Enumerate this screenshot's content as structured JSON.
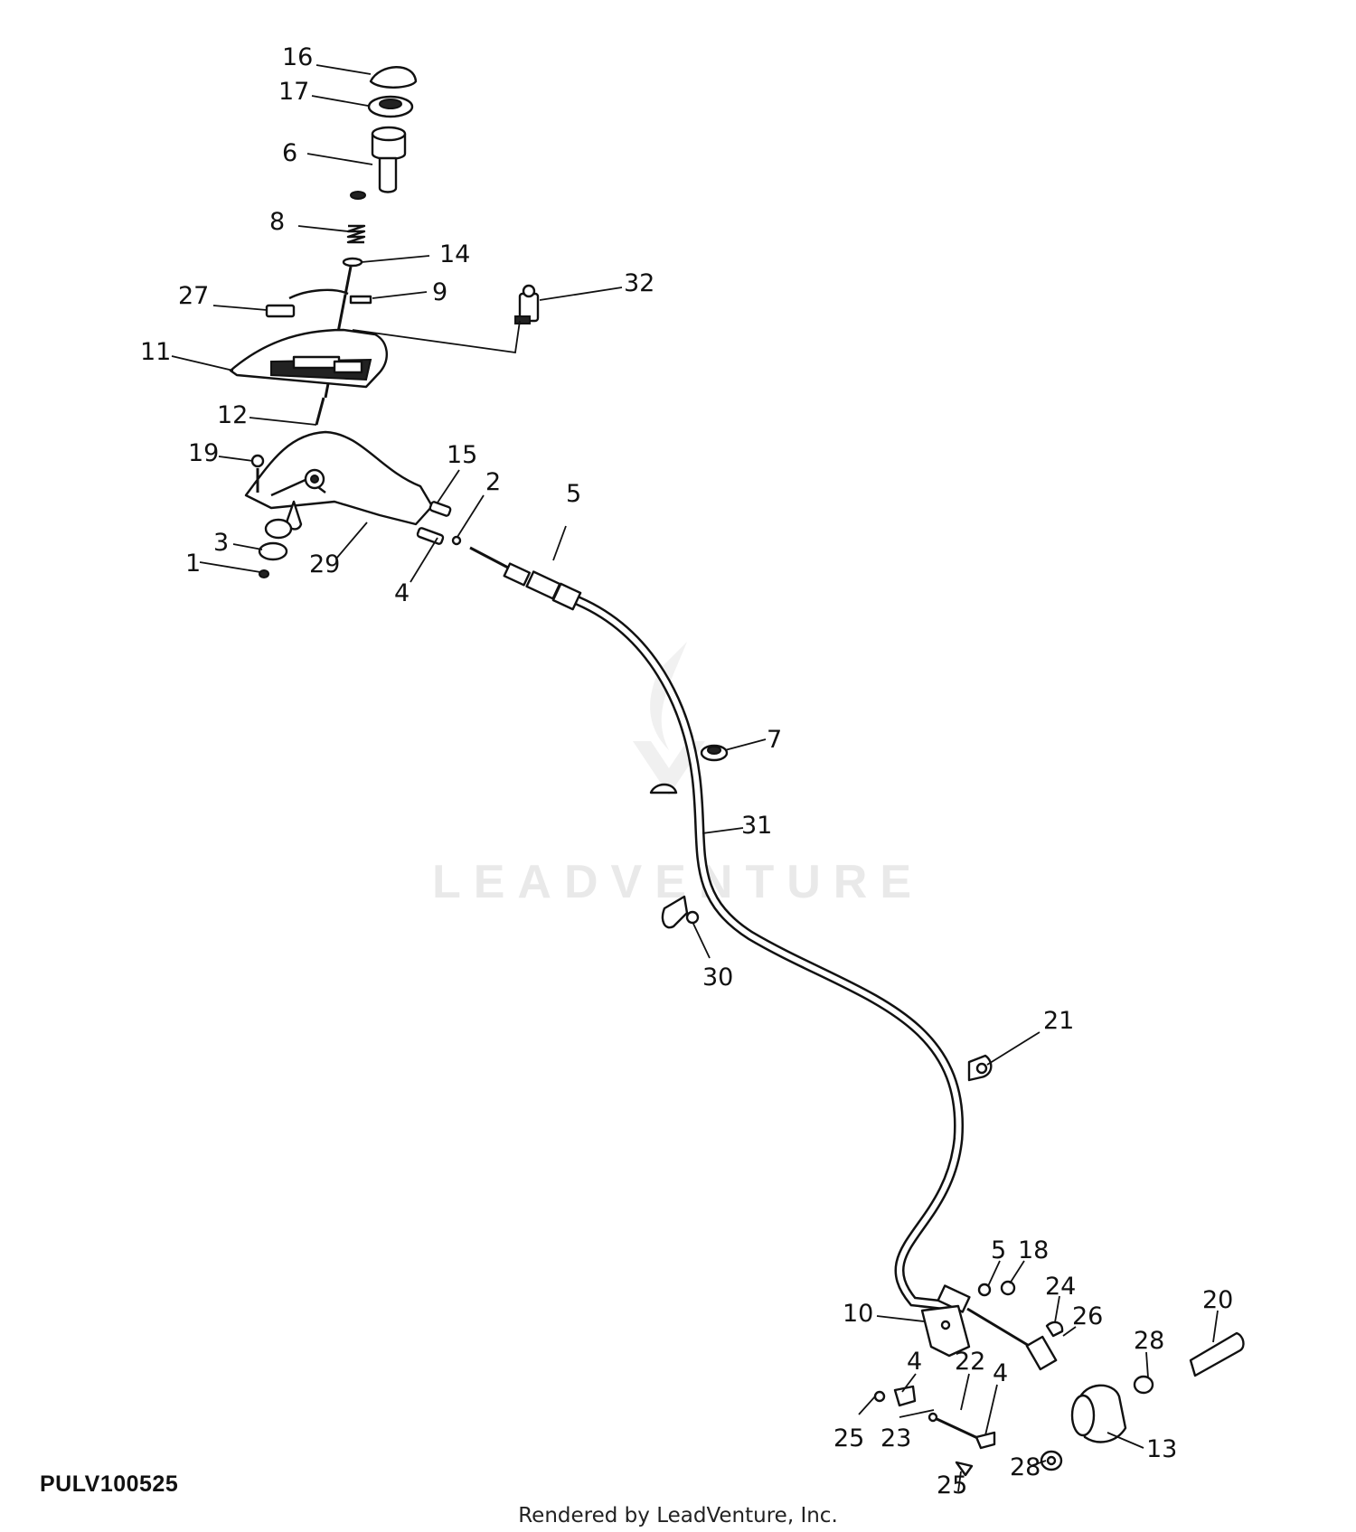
{
  "diagram": {
    "figure_id": "PULV100525",
    "credit": "Rendered by LeadVenture, Inc.",
    "watermark": "LEADVENTURE",
    "callouts": [
      "1",
      "2",
      "3",
      "4",
      "5",
      "6",
      "7",
      "8",
      "9",
      "10",
      "11",
      "12",
      "13",
      "14",
      "15",
      "16",
      "17",
      "18",
      "19",
      "20",
      "21",
      "22",
      "23",
      "24",
      "25",
      "26",
      "27",
      "28",
      "29",
      "30",
      "31",
      "32"
    ]
  }
}
